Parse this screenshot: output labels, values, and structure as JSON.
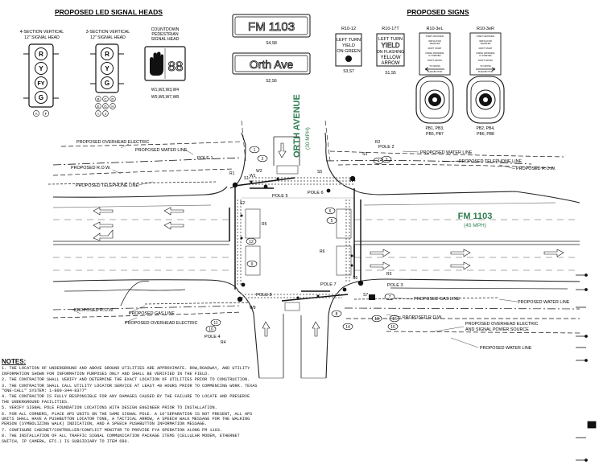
{
  "headers": {
    "led_heads": "PROPOSED LED SIGNAL HEADS",
    "signs": "PROPOSED SIGNS"
  },
  "signal_heads": {
    "four_section": {
      "caption": "4-SECTION VERTICAL 12\" SIGNAL HEAD",
      "lenses": [
        "R",
        "Y",
        "FY",
        "G"
      ],
      "ids": [
        "A",
        "F"
      ]
    },
    "three_section": {
      "caption": "3-SECTION VERTICAL 12\" SIGNAL HEAD",
      "lenses": [
        "R",
        "Y",
        "G"
      ],
      "ids": [
        "B",
        "C",
        "D",
        "E",
        "G",
        "H",
        "I",
        "J"
      ]
    },
    "pedestrian": {
      "caption": "COUNTDOWN PEDESTRIAN SIGNAL HEAD",
      "countdown": "88",
      "ids_line1": "W1,W2,W3,W4",
      "ids_line2": "W5,W6,W7,W8"
    }
  },
  "street_signs": {
    "fm1103": {
      "text": "FM 1103",
      "ids": "S4,S8"
    },
    "orth": {
      "text": "Orth Ave",
      "ids": "S2,S6"
    }
  },
  "signs": {
    "r10_12": {
      "code": "R10-12",
      "lines": [
        "LEFT TURN",
        "YIELD",
        "ON GREEN"
      ],
      "ids": "S3,S7"
    },
    "r10_17t": {
      "code": "R10-17T",
      "lines": [
        "LEFT TURN",
        "YIELD",
        "ON FLASHING",
        "YELLOW",
        "ARROW"
      ],
      "ids": "S1,S5"
    },
    "r10_3el": {
      "code": "R10-3eL",
      "ids1": "PB1, PB3,",
      "ids2": "PB5, PB7"
    },
    "r10_3er": {
      "code": "R10-3eR",
      "ids1": "PB2, PB4,",
      "ids2": "PB6, PB8"
    },
    "ped_sign_lines": [
      "START CROSSING",
      "WATCH FOR",
      "VEHICLES",
      "DON'T START",
      "FINISH CROSSING",
      "IF STARTED",
      "DON'T CROSS",
      "TO CROSS",
      "PUSH BUTTON"
    ]
  },
  "plan": {
    "orth_name": "ORTH AVENUE",
    "orth_speed": "(30 MPH)",
    "fm_name": "FM 1103",
    "fm_speed": "(45 MPH)",
    "utility_labels": {
      "oe_top": "PROPOSED OVERHEAD ELECTRIC",
      "water_top_left": "PROPOSED WATER LINE",
      "row_top_left": "PROPOSED R.O.W.",
      "tel_top_left": "PROPOSED TELEPHONE LINE",
      "water_top_right": "PROPOSED WATER LINE",
      "tel_top_right": "PROPOSED TELEPHONE LINE",
      "row_top_right": "PROPOSED R.O.W.",
      "gas_bottom_left": "PROPOSED GAS LINE",
      "row_bottom_left": "PROPOSED R.O.W.",
      "oe_bottom_left": "PROPOSED OVERHEAD ELECTRIC",
      "gas_bottom_right": "PROPOSED GAS LINE",
      "water_bottom_right": "PROPOSED WATER LINE",
      "row_bottom_right": "PROPOSED R.O.W.",
      "oe_bottom_right_1": "PROPOSED OVERHEAD ELECTRIC",
      "oe_bottom_right_2": "AND SIGNAL POWER SOURCE",
      "water_bottom": "PROPOSED WATER LINE"
    },
    "poles": {
      "p1": "POLE 1",
      "p2": "POLE 2",
      "p3": "POLE 3",
      "p4": "POLE 4",
      "p5": "POLE 5",
      "p6": "POLE 6",
      "p7": "POLE 7",
      "p8": "POLE 8"
    },
    "equipment": {
      "r1": "R1",
      "r2": "R2",
      "r3": "R3",
      "r4": "R4",
      "r5": "R5",
      "r6": "R6",
      "s1": "S1",
      "s2": "S2",
      "s3": "S3",
      "s5": "S5",
      "s6": "S6",
      "s7": "S7",
      "w1": "W1",
      "w2": "W2",
      "w4": "W4",
      "w8": "W8"
    },
    "callouts": [
      "1",
      "2",
      "3",
      "4",
      "5",
      "6",
      "7",
      "8",
      "9",
      "10",
      "11",
      "12",
      "13",
      "14",
      "15",
      "16"
    ]
  },
  "notes": {
    "title": "NOTES:",
    "items": [
      "1. THE LOCATION OF UNDERGROUND AND ABOVE GROUND UTILITIES ARE APPROXIMATE. ROW,ROADWAY, AND UTILITY INFORMATION SHOWN FOR INFORMATION PURPOSES ONLY AND SHALL BE VERIFIED IN THE FIELD.",
      "2. THE CONTRACTOR SHALL VERIFY AND DETERMINE THE EXACT LOCATION OF UTILITIES PRIOR TO CONSTRUCTION.",
      "3. THE CONTRACTOR SHALL CALL UTILITY LOCATOR SERVICE AT LEAST 48 HOURS PRIOR TO COMMENCING WORK. TEXAS \"ONE-CALL\" SYSTEM: 1-800-344-8377\"",
      "4. THE CONTRACTOR IS FULLY RESPONSIBLE FOR ANY DAMAGES CAUSED BY THE FAILURE TO LOCATE AND PRESERVE THE UNDERGROUND FACILITIES.",
      "5. VERIFY SIGNAL POLE FOUNDATION LOCATIONS WITH DESIGN ENGINEER PRIOR TO INSTALLATION.",
      "6. FOR ALL CORNERS, PLACE APS UNITS ON THE SAME SIGNAL POLE. A 10'SEPARATION IS NOT PRESENT, ALL APS UNITS SHALL HAVE A PUSHBUTTON LOCATOR TONE, A TACTICAL ARROW, A SPEECH WALK MESSAGE FOR THE WALKING PERSON (SYMBOLIZING WALK) INDICATION, AND A SPEECH PUSHBUTTON INFORMATION MESSAGE.",
      "7. CONFIGURE CABINET/CONTROLLER/CONFLICT MONITOR TO PROVIDE FYA OPERATION ALONG FM 1103.",
      "8. THE INSTALLATION OF ALL TRAFFIC SIGNAL COMMUNICATION PACKAGE ITEMS (CELLULAR MODEM, ETHERNET SWITCH, IP CAMERA, ETC.) IS SUBSIDIARY TO ITEM 680."
    ]
  }
}
